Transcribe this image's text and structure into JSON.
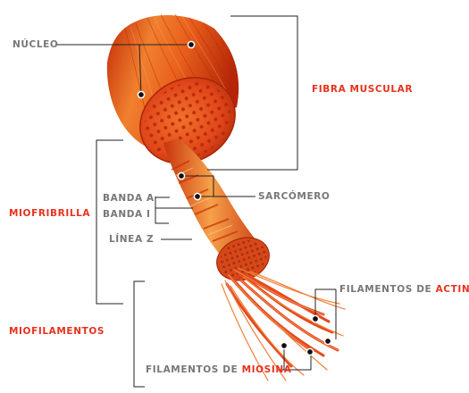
{
  "labels": {
    "nucleo": "NÚCLEO",
    "fibra_muscular": "FIBRA MUSCULAR",
    "miofribrilla": "MIOFRIBRILLA",
    "banda_a": "BANDA A",
    "banda_i": "BANDA I",
    "linea_z": "LÍNEA Z",
    "sarcomero": "SARCÓMERO",
    "miofilamentos": "MIOFILAMENTOS",
    "filamentos_de": "FILAMENTOS DE",
    "actina": "ACTINA",
    "miosina": "MIOSINA"
  },
  "colors": {
    "label_gray": "#777777",
    "label_red": "#e8321e",
    "muscle_red": "#d9400e",
    "muscle_orange": "#f07a2a",
    "muscle_dark": "#a82508"
  }
}
